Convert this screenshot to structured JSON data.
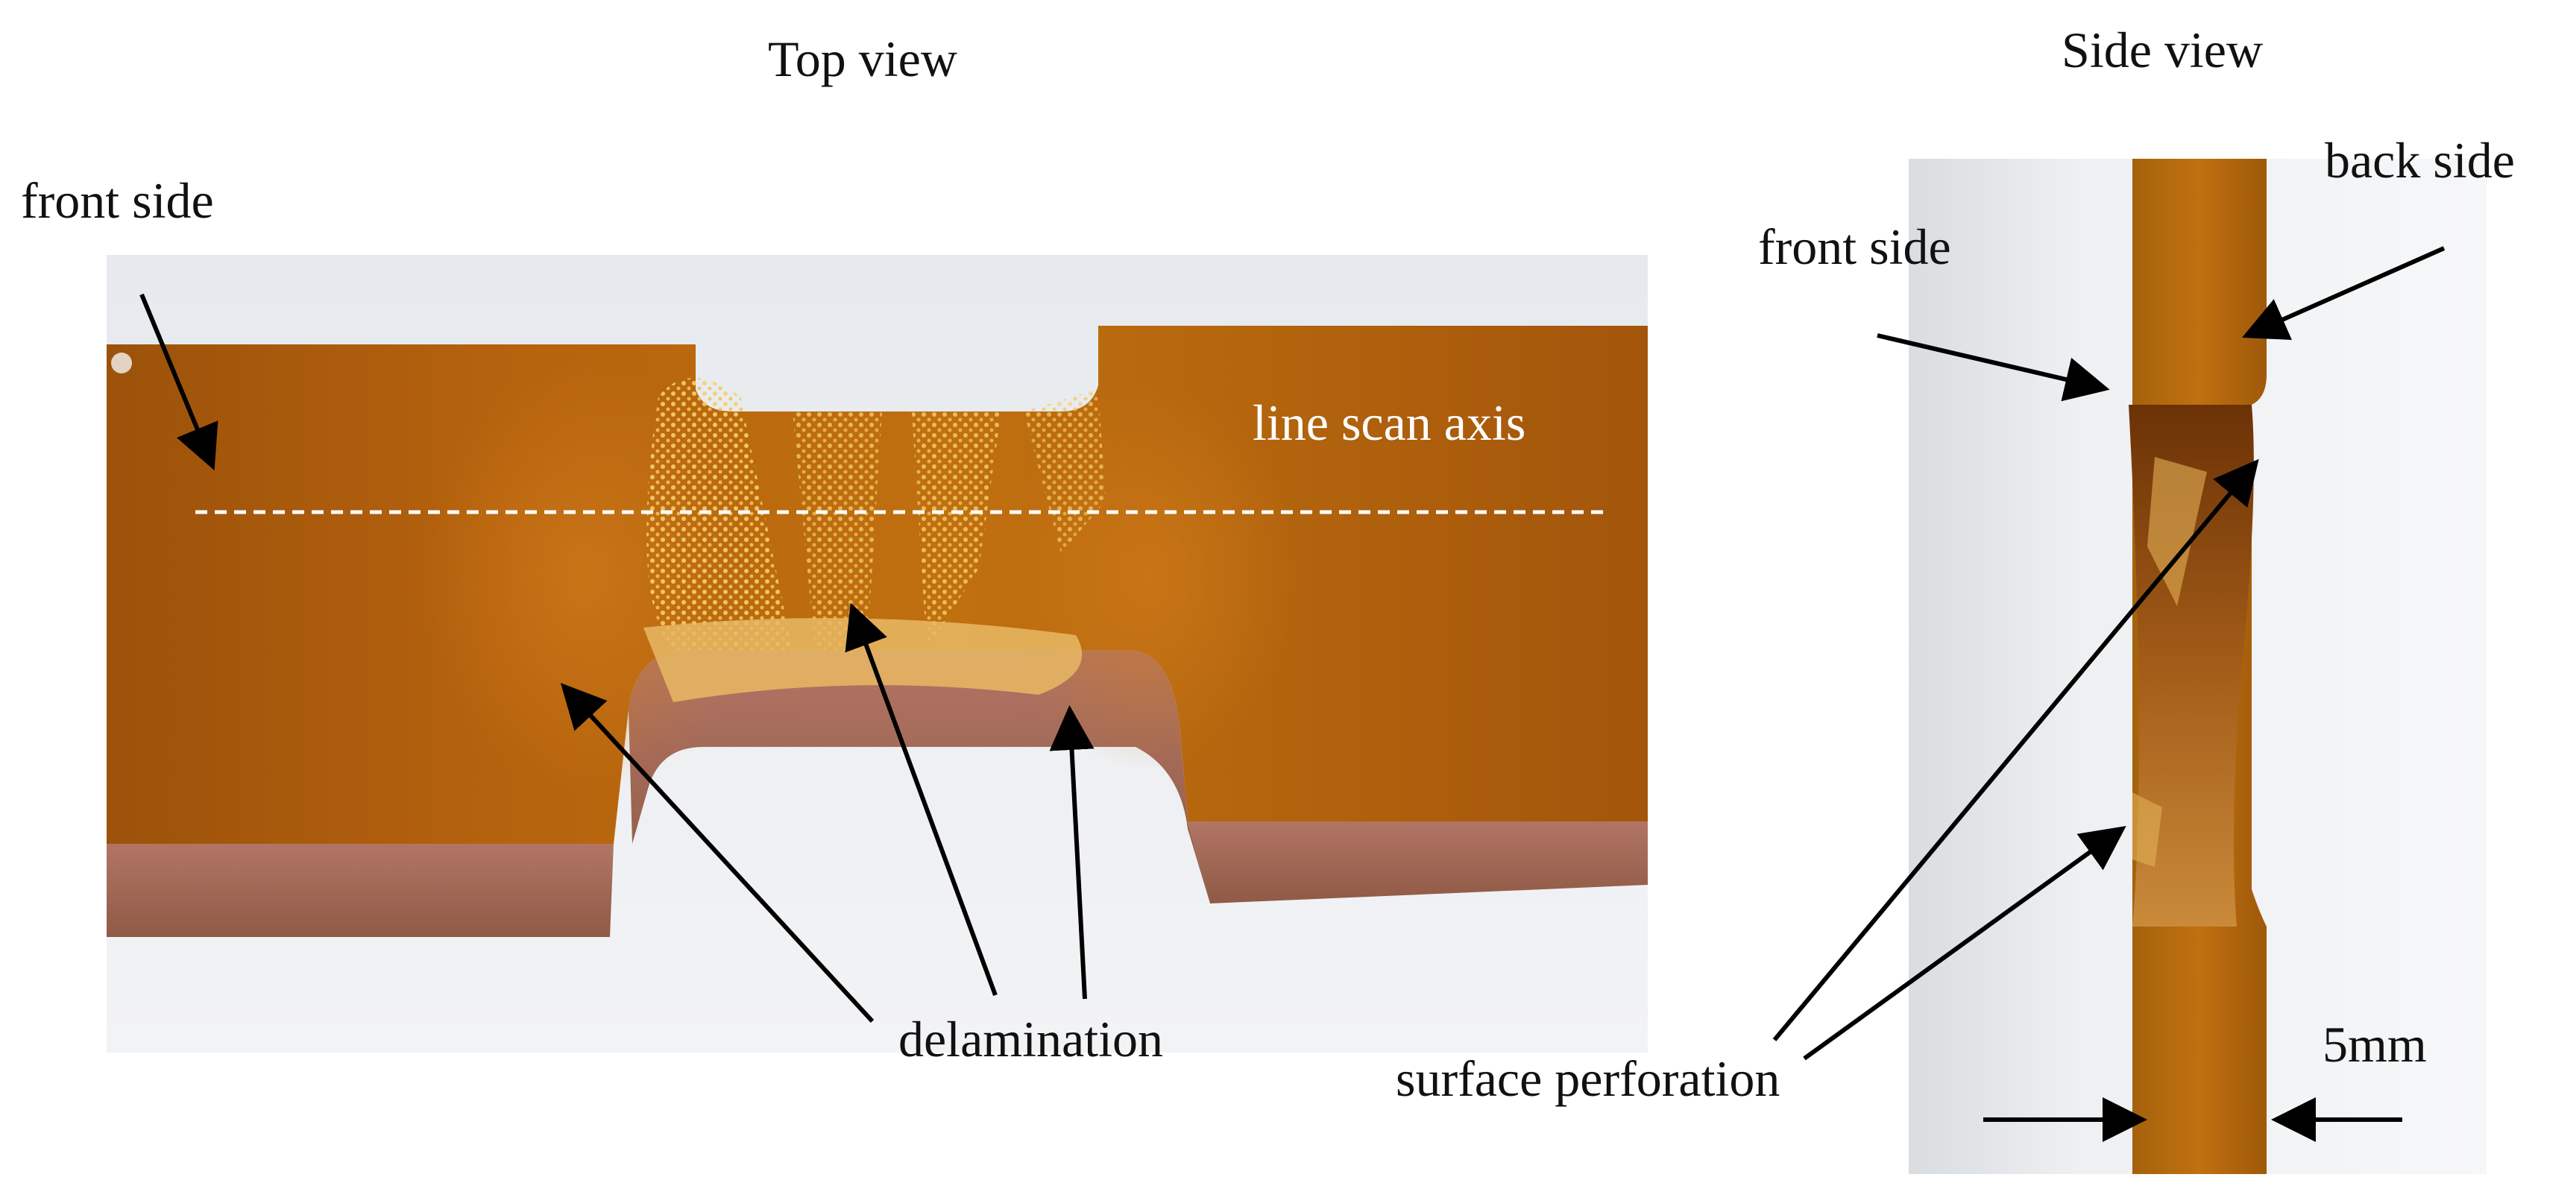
{
  "figure": {
    "top_view": {
      "heading": "Top view",
      "front_side_label": "front side",
      "line_scan_label": "line scan axis",
      "delamination_label": "delamination"
    },
    "side_view": {
      "heading": "Side view",
      "back_side_label": "back side",
      "front_side_label": "front side",
      "surface_perforation_label": "surface perforation",
      "scale_label": "5mm"
    },
    "colors": {
      "specimen": "#b0600c",
      "specimen_dark": "#7a3e08",
      "edge": "#a86a58",
      "delamination": "#f0c65a",
      "background_photo": "#e9ecef"
    }
  }
}
